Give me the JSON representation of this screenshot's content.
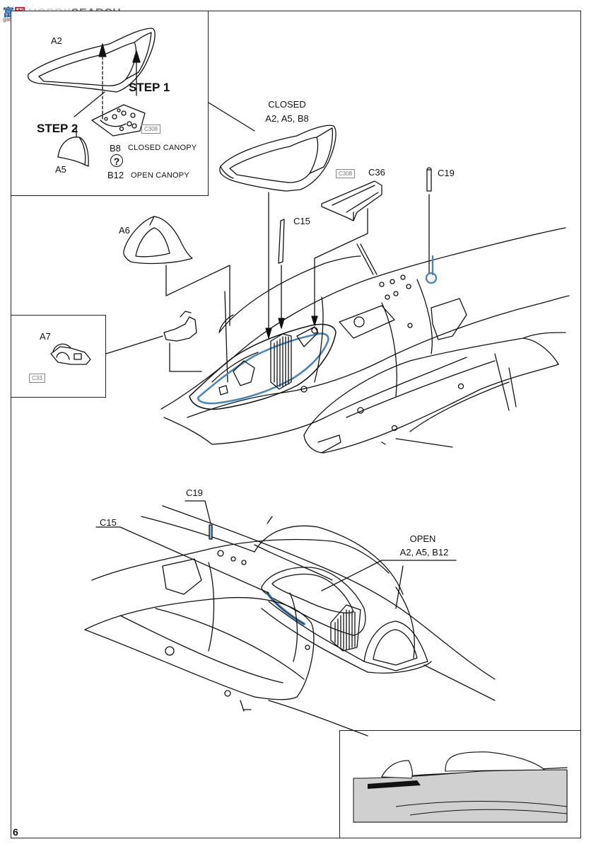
{
  "watermark": {
    "logo_text": "富",
    "logo_box": "网",
    "brand": "HOBBY",
    "search": "SEARCH",
    "url": "gan-shou.com"
  },
  "inset_top_left": {
    "steps": {
      "step1": "STEP 1",
      "step2": "STEP 2"
    },
    "parts": {
      "a2": "A2",
      "a5": "A5",
      "b8": "B8",
      "b8_desc": "CLOSED CANOPY",
      "b12": "B12",
      "b12_desc": "OPEN CANOPY",
      "question": "?",
      "c308": "C308"
    }
  },
  "main_assembly": {
    "closed": {
      "title": "CLOSED",
      "parts": "A2, A5, B8"
    },
    "labels": {
      "c308": "C308",
      "c36": "C36",
      "c19": "C19",
      "c15": "C15",
      "a6": "A6"
    }
  },
  "inset_left": {
    "a7": "A7",
    "c33": "C33"
  },
  "lower_assembly": {
    "c19": "C19",
    "c15": "C15",
    "open": {
      "title": "OPEN",
      "parts": "A2, A5, B12"
    }
  },
  "page": {
    "number": "6"
  }
}
